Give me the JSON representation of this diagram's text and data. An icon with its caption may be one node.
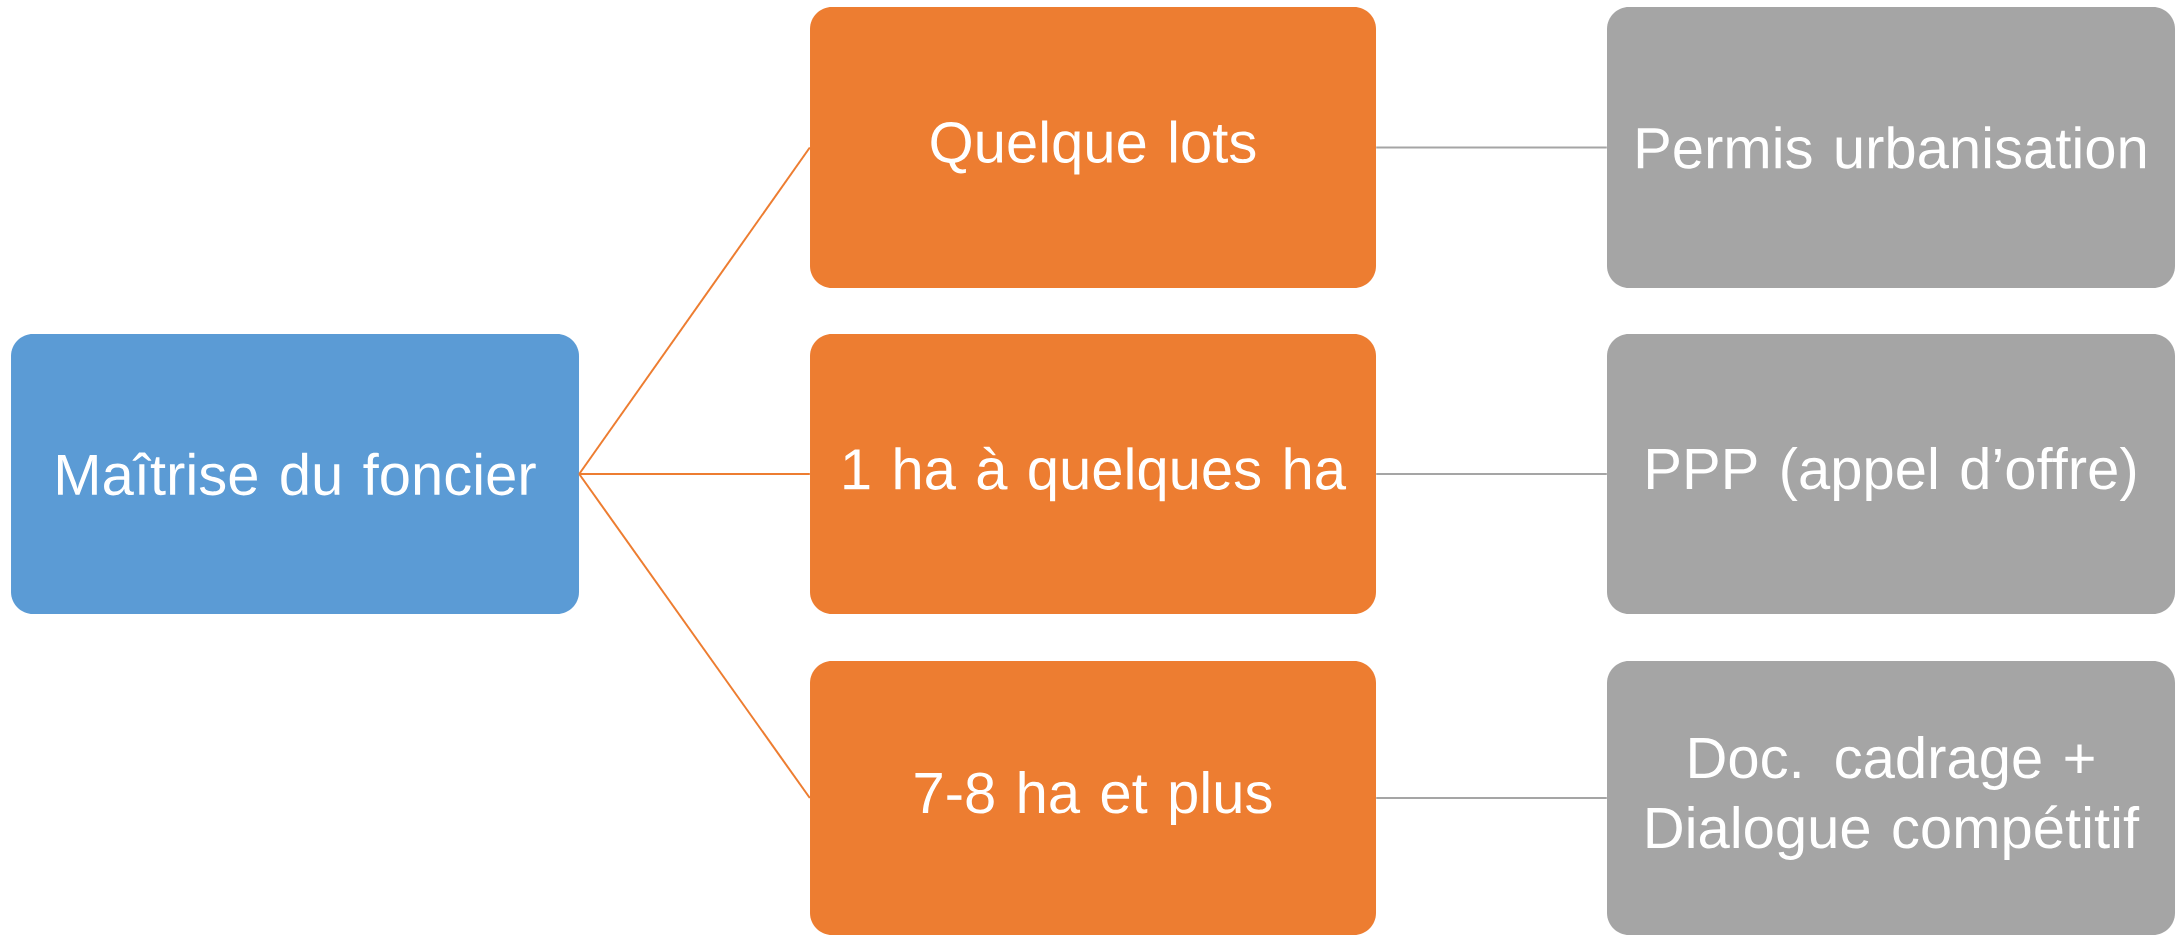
{
  "diagram": {
    "nodes": [
      {
        "text": [
          "Maîtrise du foncier"
        ]
      },
      {
        "text": [
          "Quelque lots"
        ]
      },
      {
        "text": [
          "1 ha à quelques ha"
        ]
      },
      {
        "text": [
          "7-8 ha et plus"
        ]
      },
      {
        "text": [
          "Permis urbanisation"
        ]
      },
      {
        "text": [
          "PPP (appel d’offre)"
        ]
      },
      {
        "text": [
          "Doc. cadrage + Dialogue compétitif"
        ]
      }
    ],
    "edges": [
      {
        "from": 0,
        "to": 1,
        "arrow": "none",
        "color": "#ed7d31"
      },
      {
        "from": 0,
        "to": 2,
        "arrow": "none",
        "color": "#ed7d31"
      },
      {
        "from": 0,
        "to": 3,
        "arrow": "none",
        "color": "#ed7d31"
      },
      {
        "from": 1,
        "to": 4,
        "arrow": "none",
        "color": "#a5a5a5"
      },
      {
        "from": 2,
        "to": 5,
        "arrow": "none",
        "color": "#a5a5a5"
      },
      {
        "from": 3,
        "to": 6,
        "arrow": "none",
        "color": "#a5a5a5"
      }
    ]
  }
}
